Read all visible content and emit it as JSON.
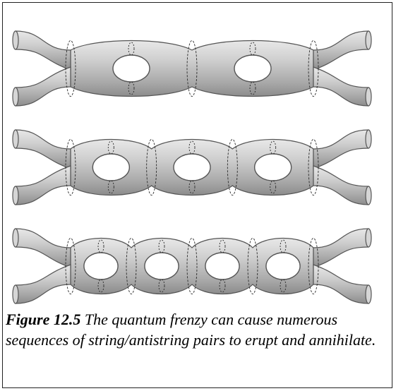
{
  "figure": {
    "diagram_rows": [
      {
        "loops": 2
      },
      {
        "loops": 3
      },
      {
        "loops": 4
      }
    ],
    "colors": {
      "tube_fill": "#bdbdbd",
      "tube_edge": "#555555",
      "seam": "#2a2a2a"
    }
  },
  "caption": {
    "label": "Figure 12.5",
    "text": "The quantum frenzy can cause numerous sequences of string/antistring pairs to erupt and annihilate."
  }
}
